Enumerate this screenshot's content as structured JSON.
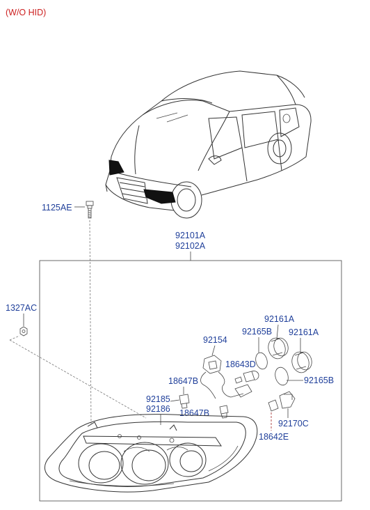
{
  "caption": "(W/O HID)",
  "labels": {
    "p1125AE": "1125AE",
    "p92101A": "92101A",
    "p92102A": "92102A",
    "p1327AC": "1327AC",
    "p92154": "92154",
    "p92161A_top": "92161A",
    "p92165B_top": "92165B",
    "p92161A_right": "92161A",
    "p18643D": "18643D",
    "p92165B_right": "92165B",
    "p18647B_left": "18647B",
    "p92185": "92185",
    "p92186": "92186",
    "p18647B_mid": "18647B",
    "p92170C": "92170C",
    "p18642E": "18642E"
  },
  "colors": {
    "label": "#1f3f9a",
    "caption": "#cc1f1f",
    "line": "#333333"
  }
}
